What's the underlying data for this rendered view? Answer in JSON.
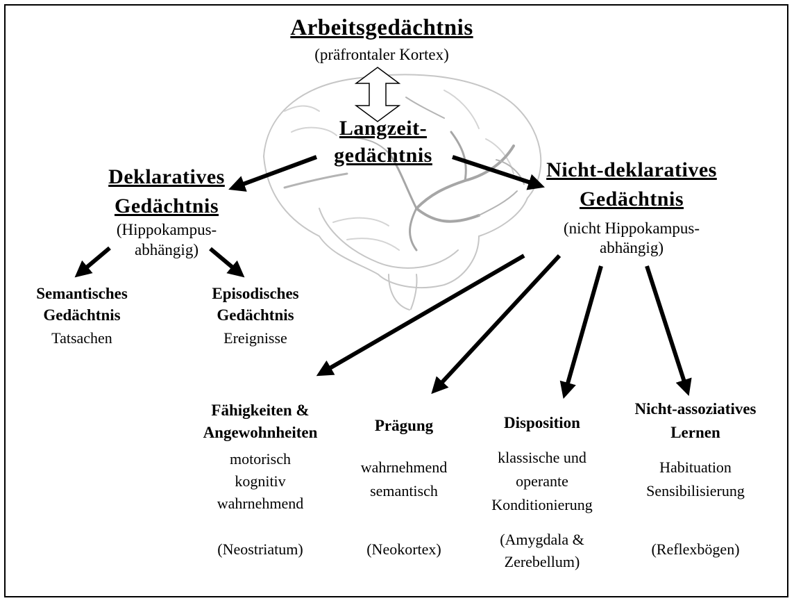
{
  "top": {
    "title": "Arbeitsgedächtnis",
    "subtitle": "(präfrontaler Kortex)"
  },
  "center": {
    "line1": "Langzeit-",
    "line2": "gedächtnis"
  },
  "declarative": {
    "line1": "Deklaratives",
    "line2": "Gedächtnis",
    "note1": "(Hippokampus-",
    "note2": "abhängig)",
    "semantic": {
      "line1": "Semantisches",
      "line2": "Gedächtnis",
      "desc": "Tatsachen"
    },
    "episodic": {
      "line1": "Episodisches",
      "line2": "Gedächtnis",
      "desc": "Ereignisse"
    }
  },
  "nondeclarative": {
    "line1": "Nicht-deklaratives",
    "line2": "Gedächtnis",
    "note1": "(nicht Hippokampus-",
    "note2": "abhängig)",
    "skills": {
      "title1": "Fähigkeiten &",
      "title2": "Angewohnheiten",
      "d1": "motorisch",
      "d2": "kognitiv",
      "d3": "wahrnehmend",
      "region": "(Neostriatum)"
    },
    "priming": {
      "title": "Prägung",
      "d1": "wahrnehmend",
      "d2": "semantisch",
      "region": "(Neokortex)"
    },
    "disposition": {
      "title": "Disposition",
      "d1": "klassische und",
      "d2": "operante",
      "d3": "Konditionierung",
      "region1": "(Amygdala &",
      "region2": "Zerebellum)"
    },
    "nonassoc": {
      "title1": "Nicht-assoziatives",
      "title2": "Lernen",
      "d1": "Habituation",
      "d2": "Sensibilisierung",
      "region": "(Reflexbögen)"
    }
  },
  "colors": {
    "line": "#000000",
    "brain": "#a8a8a8",
    "brainLight": "#d2d2d2",
    "background": "#ffffff"
  }
}
